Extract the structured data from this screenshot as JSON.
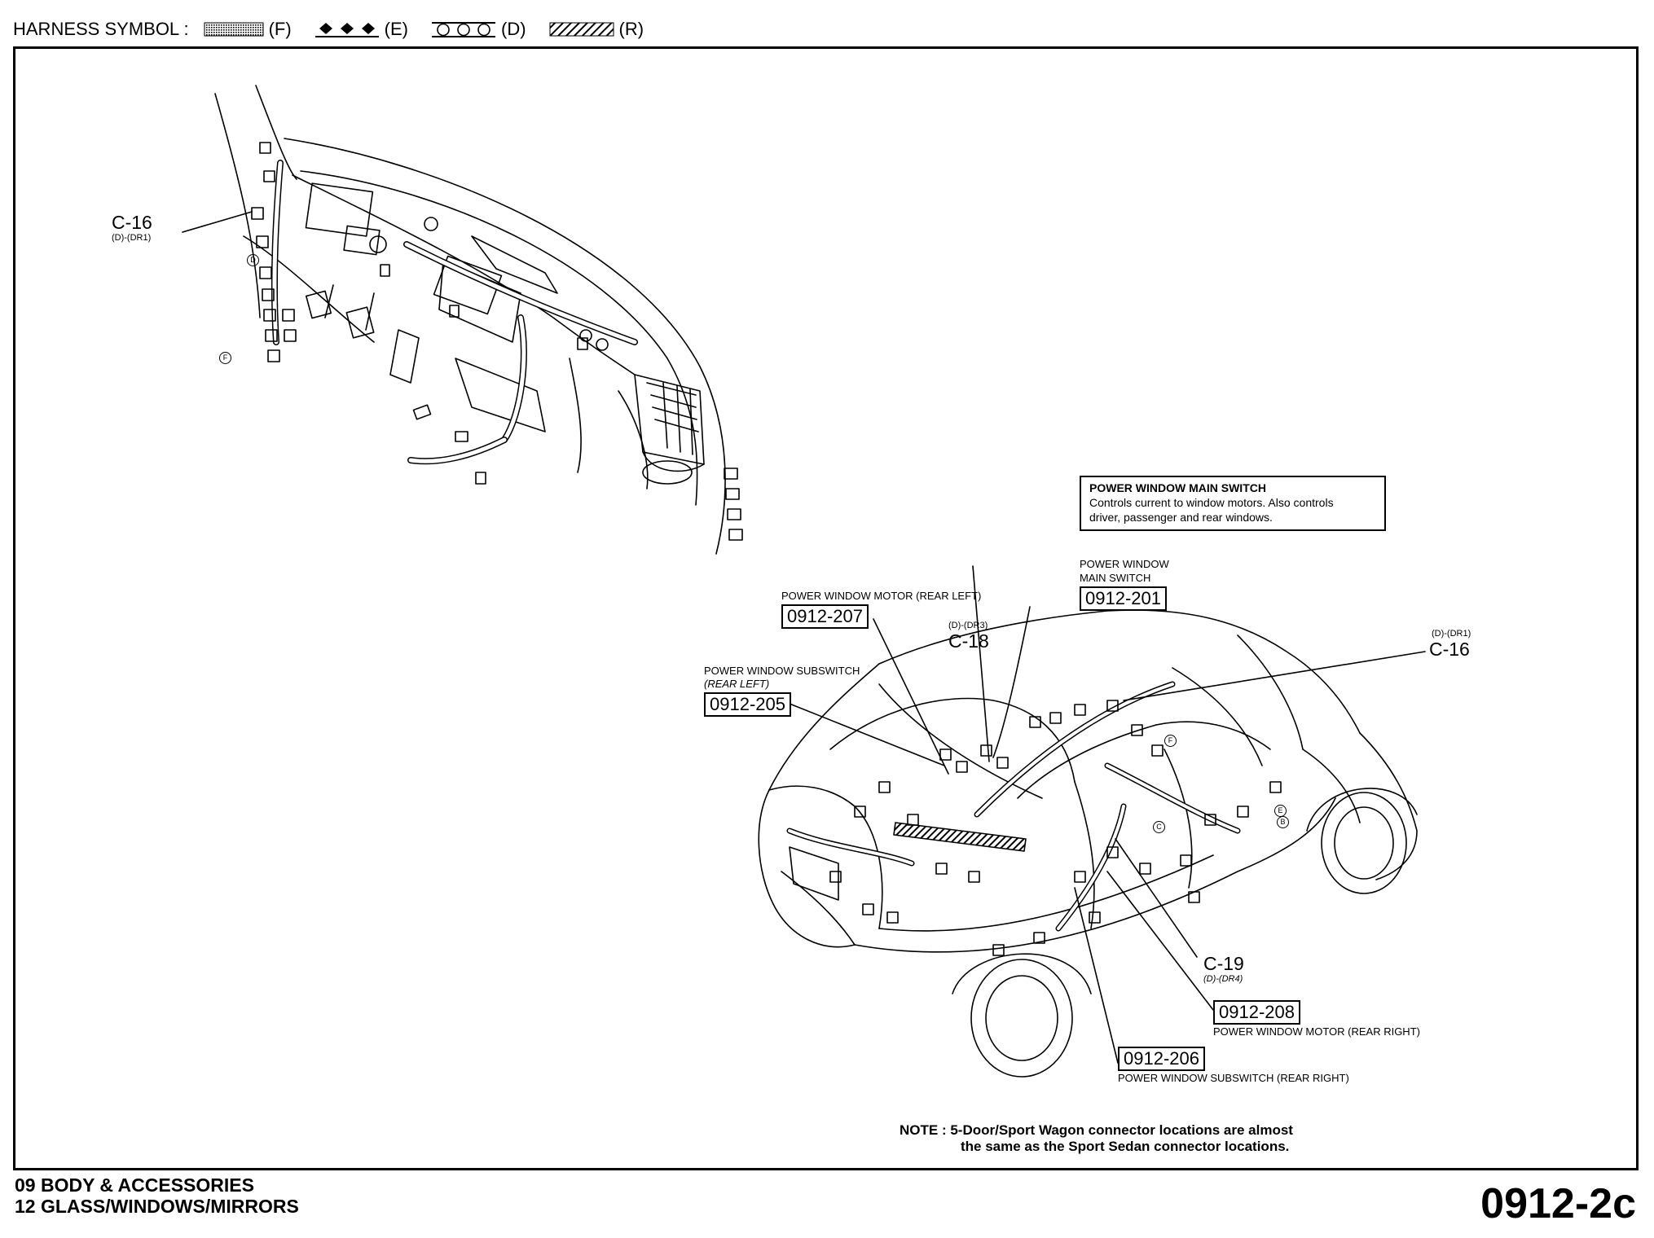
{
  "legend": {
    "label": "HARNESS SYMBOL :",
    "items": [
      {
        "symbol": "dotted",
        "code": "(F)"
      },
      {
        "symbol": "diamonds",
        "code": "(E)"
      },
      {
        "symbol": "circles",
        "code": "(D)"
      },
      {
        "symbol": "hatched",
        "code": "(R)"
      }
    ]
  },
  "dash_view": {
    "connector": {
      "id": "C-16",
      "harness": "(D)-(DR1)"
    },
    "markers": {
      "d": "D",
      "f": "F"
    }
  },
  "info_box": {
    "title": "POWER WINDOW MAIN SWITCH",
    "lines": [
      "Controls current to window motors. Also controls",
      "driver, passenger and rear windows."
    ]
  },
  "callouts": {
    "main_switch": {
      "caption_1": "POWER WINDOW",
      "caption_2": "MAIN SWITCH",
      "ref": "0912-201"
    },
    "motor_rear_left": {
      "caption": "POWER WINDOW MOTOR (REAR LEFT)",
      "ref": "0912-207"
    },
    "subswitch_rear_left": {
      "caption_1": "POWER WINDOW SUBSWITCH",
      "caption_2": "(REAR LEFT)",
      "ref": "0912-205"
    },
    "motor_rear_right": {
      "caption": "POWER WINDOW MOTOR (REAR RIGHT)",
      "ref": "0912-208"
    },
    "subswitch_rear_right": {
      "caption": "POWER WINDOW SUBSWITCH (REAR RIGHT)",
      "ref": "0912-206"
    }
  },
  "connectors": {
    "c18": {
      "id": "C-18",
      "harness": "(D)-(DR3)"
    },
    "c16": {
      "id": "C-16",
      "harness": "(D)-(DR1)"
    },
    "c19": {
      "id": "C-19",
      "harness": "(D)-(DR4)"
    }
  },
  "car_markers": {
    "f": "F",
    "c": "C",
    "e": "E",
    "b": "B"
  },
  "note": {
    "line1": "NOTE :  5-Door/Sport Wagon connector locations are almost",
    "line2": "the same as the Sport Sedan connector locations."
  },
  "footer": {
    "section": "09  BODY & ACCESSORIES",
    "subsection": "12  GLASS/WINDOWS/MIRRORS",
    "page_id": "0912-2c"
  }
}
